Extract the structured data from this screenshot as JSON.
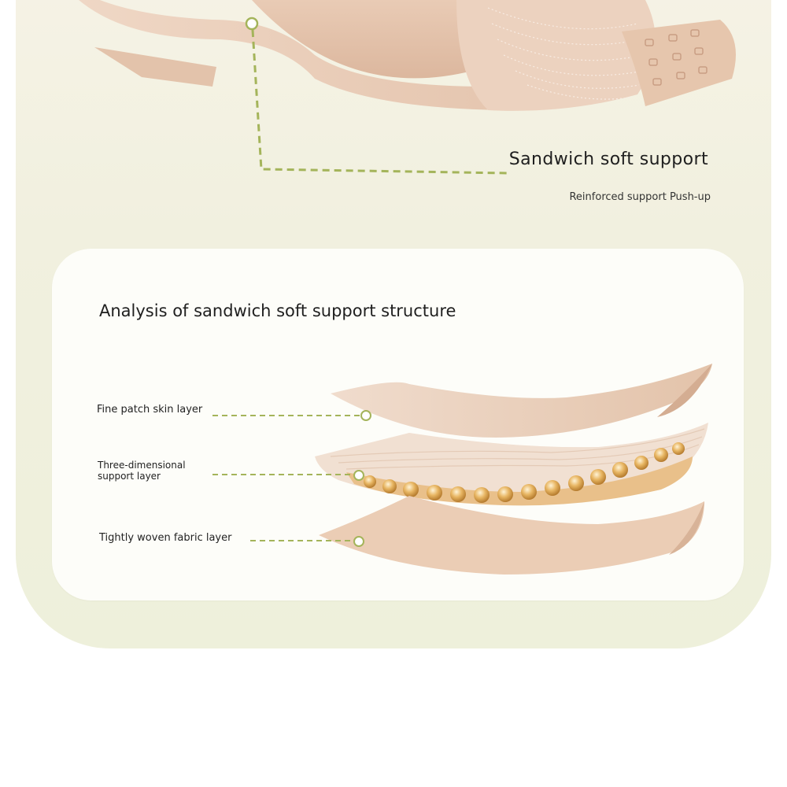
{
  "colors": {
    "panel_bg": "#f1f0df",
    "card_bg": "#fdfdf9",
    "accent_green": "#a4b45a",
    "fabric_beige": "#e8c9b0",
    "fabric_shadow": "#d9b497",
    "bead_gold": "#e1ac55"
  },
  "feature": {
    "title": "Sandwich soft support",
    "subtitle": "Reinforced support Push-up"
  },
  "structure": {
    "title": "Analysis of sandwich soft support structure",
    "layers": [
      {
        "label": "Fine patch skin layer"
      },
      {
        "label_line1": "Three-dimensional",
        "label_line2": "support layer"
      },
      {
        "label": "Tightly woven fabric layer"
      }
    ]
  }
}
